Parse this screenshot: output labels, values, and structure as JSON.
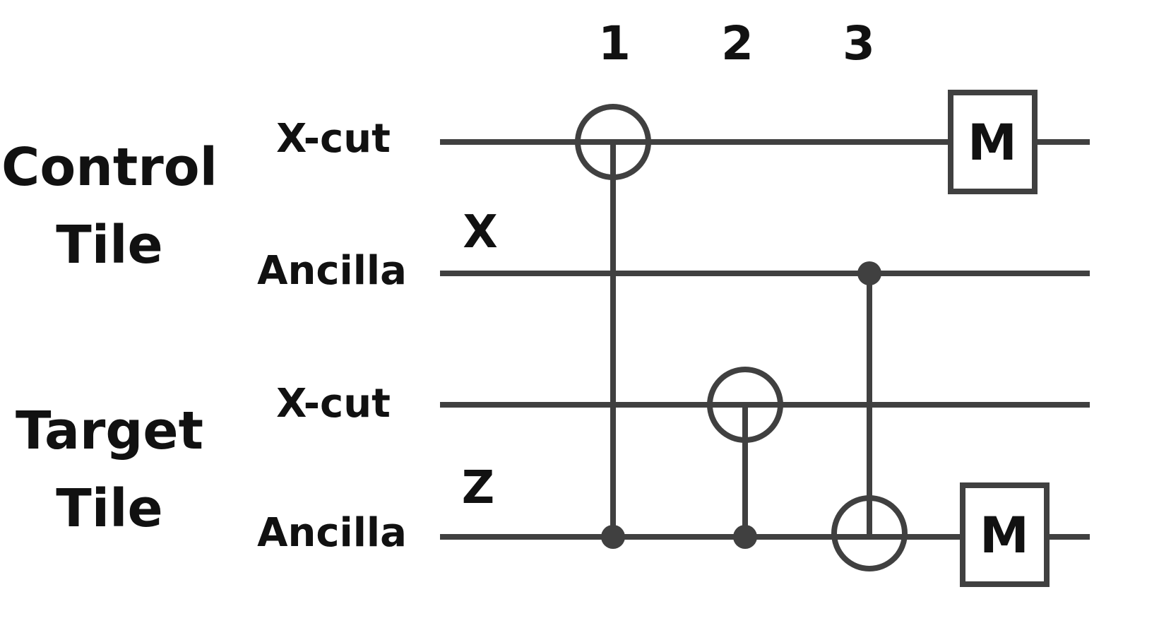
{
  "groups": [
    {
      "line1": "Control",
      "line2": "Tile"
    },
    {
      "line1": "Target",
      "line2": "Tile"
    }
  ],
  "qubits": [
    {
      "label": "X-cut",
      "basis": ""
    },
    {
      "label": "Ancilla",
      "basis": "X"
    },
    {
      "label": "X-cut",
      "basis": ""
    },
    {
      "label": "Ancilla",
      "basis": "Z"
    }
  ],
  "steps": [
    "1",
    "2",
    "3"
  ],
  "gates": [
    {
      "type": "cnot",
      "step": 1,
      "control": 3,
      "target": 0
    },
    {
      "type": "cnot",
      "step": 2,
      "control": 3,
      "target": 2
    },
    {
      "type": "cnot",
      "step": 3,
      "control": 1,
      "target": 3
    }
  ],
  "measurements": [
    {
      "qubit": 0,
      "label": "M"
    },
    {
      "qubit": 3,
      "label": "M"
    }
  ],
  "colors": {
    "line": "#404040",
    "text": "#111111"
  }
}
